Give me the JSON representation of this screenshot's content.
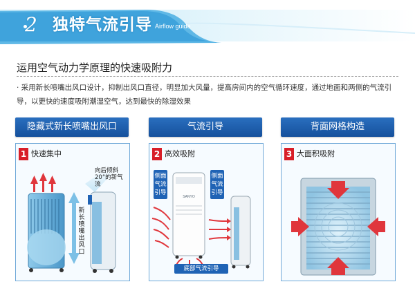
{
  "banner": {
    "number": "2",
    "title": "独特气流引导",
    "subtitle": "Airflow guide"
  },
  "heading": "运用空气动力学原理的快速吸附力",
  "description": "· 采用新长喷嘴出风口设计，抑制出风口直径，明显加大风量，提高房间内的空气循环速度，通过地面和两侧的气流引导，以更快的速度吸附潮湿空气，达到最快的除湿效果",
  "panels": [
    {
      "title": "隐藏式新长喷嘴出风口",
      "badge": "1",
      "label": "快速集中",
      "note": "向后倾斜20°的新气流",
      "vertical_note": "新长喷嘴出风口"
    },
    {
      "title": "气流引导",
      "badge": "2",
      "label": "高效吸附",
      "left_tag": "侧面气流引导",
      "right_tag": "侧面气流引导",
      "bottom_tag": "底部气流引导",
      "device_brand": "SANYO"
    },
    {
      "title": "背面网格构造",
      "badge": "3",
      "label": "大面积吸附"
    }
  ],
  "colors": {
    "panel_title_bg": "#1f5fae",
    "badge_red": "#d81e28",
    "arrow_red": "#e0363c",
    "device_blue": "#5fa9d6"
  }
}
